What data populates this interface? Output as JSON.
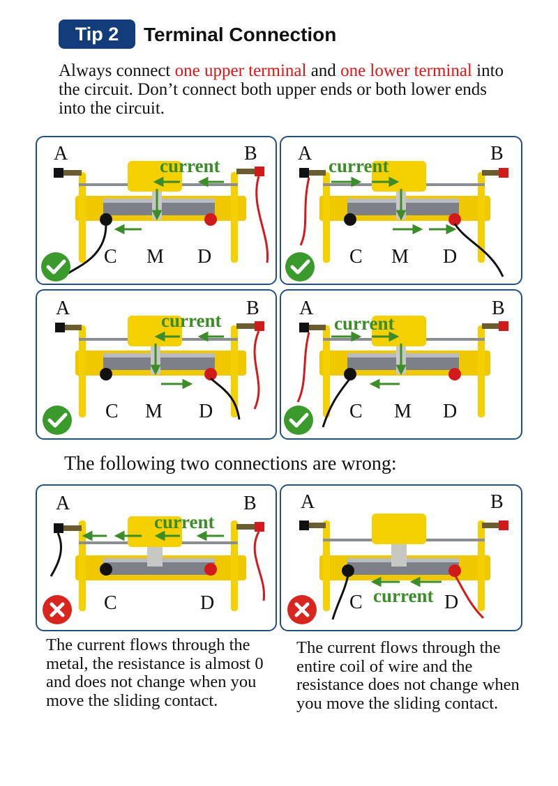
{
  "tip": {
    "badge": "Tip 2",
    "title": "Terminal Connection"
  },
  "intro": {
    "t1": "Always connect ",
    "r1": "one upper terminal",
    "t2": " and ",
    "r2": "one lower terminal",
    "t3": " into the circuit. Don’t connect both upper ends or both lower ends into the circuit."
  },
  "colors": {
    "accent": "#123c7a",
    "highlight": "#e31414",
    "ok": "#3a9a2c",
    "bad": "#d8261e",
    "arrow": "#3d8c2a",
    "rheostat": "#f5d000"
  },
  "panels": [
    {
      "label_a": "A",
      "label_b": "B",
      "label_c": "C",
      "label_m": "M",
      "label_d": "D",
      "current": "current",
      "status": "correct",
      "icon": "check-circle-icon"
    },
    {
      "label_a": "A",
      "label_b": "B",
      "label_c": "C",
      "label_m": "M",
      "label_d": "D",
      "current": "current",
      "status": "correct",
      "icon": "check-circle-icon"
    },
    {
      "label_a": "A",
      "label_b": "B",
      "label_c": "C",
      "label_m": "M",
      "label_d": "D",
      "current": "current",
      "status": "correct",
      "icon": "check-circle-icon"
    },
    {
      "label_a": "A",
      "label_b": "B",
      "label_c": "C",
      "label_m": "M",
      "label_d": "D",
      "current": "current",
      "status": "correct",
      "icon": "check-circle-icon"
    },
    {
      "label_a": "A",
      "label_b": "B",
      "label_c": "C",
      "label_d": "D",
      "current": "current",
      "status": "wrong",
      "icon": "cross-circle-icon"
    },
    {
      "label_a": "A",
      "label_b": "B",
      "label_c": "C",
      "label_d": "D",
      "current": "current",
      "status": "wrong",
      "icon": "cross-circle-icon"
    }
  ],
  "wrong_heading": "The following two connections are wrong:",
  "captions": {
    "left": "The current flows through the metal, the resistance is almost 0 and does not change when you move the sliding contact.",
    "right": "The current flows through the entire coil of wire and the resistance does not change when you move the sliding contact."
  }
}
